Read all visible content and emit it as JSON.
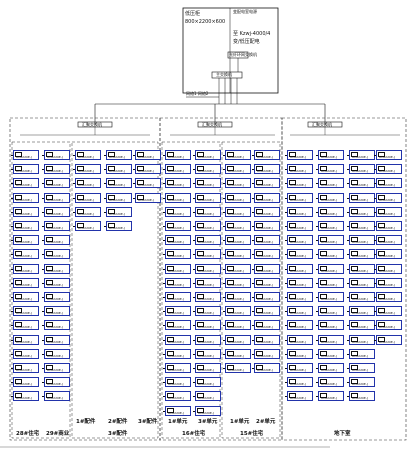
{
  "top": {
    "cabinet_label": "低压柜",
    "cabinet_dims": "800×2200×600",
    "right_box_title": "变配电室电源",
    "transformer_label": "至 Kzwj-4000/4",
    "transformer_label2": "变/低压配电",
    "bus_box_label": "光纤环网交换机",
    "mid_box_label": "主交换机",
    "left_small": "网络1 网络2"
  },
  "switches": [
    {
      "label": "汇聚交换机"
    },
    {
      "label": "汇聚交换机"
    },
    {
      "label": "汇聚交换机"
    }
  ],
  "device_text": {
    "name": "2AL1",
    "line1": "多功能仪表",
    "line2": "ACR220E-J"
  },
  "group_labels": {
    "g1a": "28#住宅",
    "g1b": "29#商业",
    "g2a": "1#配件",
    "g2b": "2#配件",
    "g2c": "3#配件",
    "g2d": "3#配件",
    "g3a": "1#单元",
    "g3b": "3#单元",
    "g3c": "16#住宅",
    "g4a": "1#单元",
    "g4b": "2#单元",
    "g4c": "15#住宅",
    "g5": "地下室"
  },
  "colors": {
    "line": "#111111",
    "device_border": "#2233aa",
    "dashed": "#333333"
  },
  "icons": {
    "device": "meter-icon",
    "switch": "network-switch-icon"
  }
}
